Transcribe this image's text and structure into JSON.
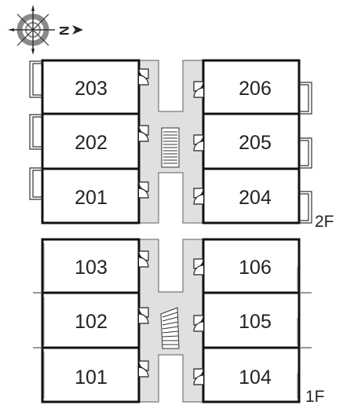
{
  "compass": {
    "letter": "N",
    "colors": {
      "ring": "#8a8a8a",
      "ring_inner": "#ffffff",
      "ink": "#222222"
    }
  },
  "floors": [
    {
      "label": "2F",
      "west_rooms": [
        "203",
        "202",
        "201"
      ],
      "east_rooms": [
        "206",
        "205",
        "204"
      ]
    },
    {
      "label": "1F",
      "west_rooms": [
        "103",
        "102",
        "101"
      ],
      "east_rooms": [
        "106",
        "105",
        "104"
      ]
    }
  ],
  "colors": {
    "corridor_fill": "#e0e0e0",
    "corridor_stroke": "#8c8c8c",
    "wall": "#111111",
    "thin_line": "#555555"
  }
}
